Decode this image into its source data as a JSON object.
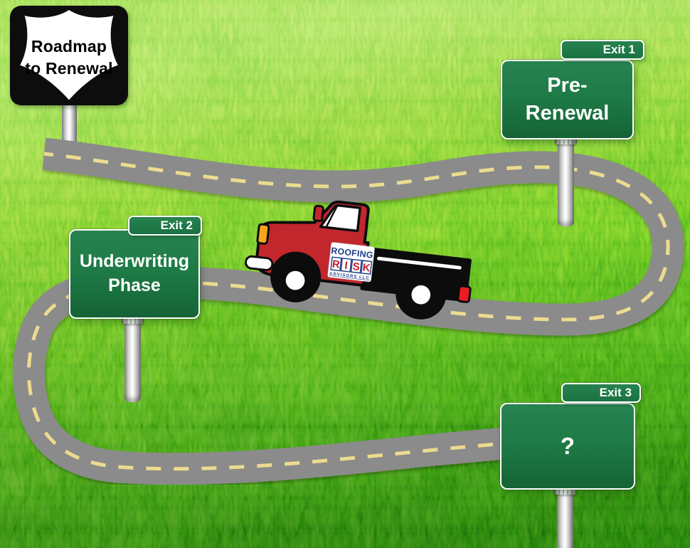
{
  "title_sign": {
    "line1": "Roadmap",
    "line2": "to Renewal"
  },
  "exit_signs": [
    {
      "tab": "Exit 1",
      "label": "Pre-Renewal"
    },
    {
      "tab": "Exit 2",
      "label": "Underwriting Phase"
    },
    {
      "tab": "Exit 3",
      "label": "?"
    }
  ],
  "truck_logo": {
    "top": "ROOFING",
    "letters": [
      "R",
      "I",
      "S",
      "K"
    ],
    "bottom": "ADVISORS LLC"
  },
  "colors": {
    "sign_green": "#1e7b46",
    "road_gray": "#8b8b8b",
    "lane_dash_yellow": "#ecdb90",
    "truck_red": "#c2272d",
    "truck_bed_black": "#0c0c0c",
    "logo_blue": "#1a3a86",
    "logo_red": "#c21b24",
    "grass_light": "#8bd741",
    "grass_dark": "#2a850c",
    "shield_black": "#0d0d0d",
    "shield_white": "#ffffff"
  }
}
